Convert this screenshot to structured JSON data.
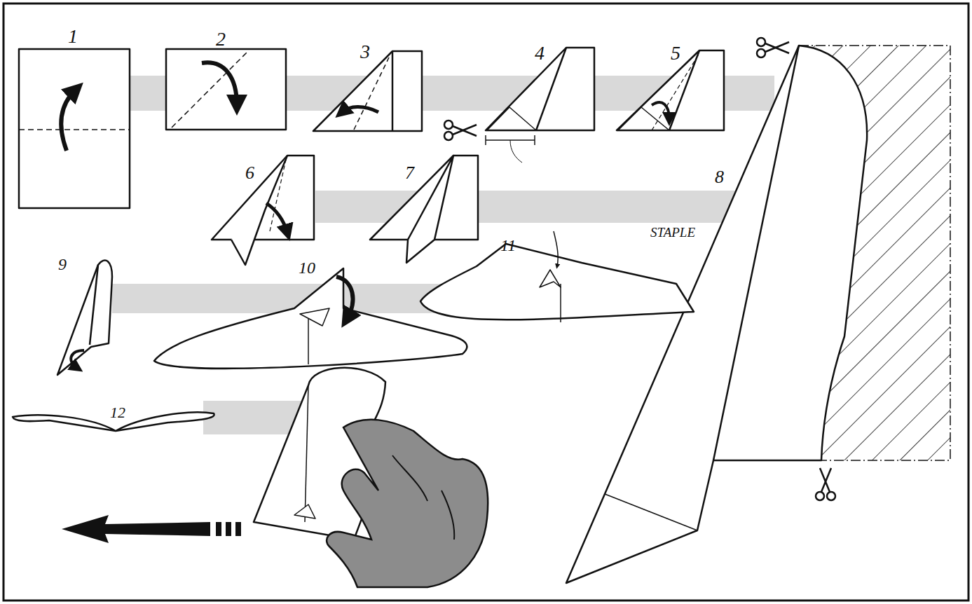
{
  "diagram": {
    "labels": [
      "1",
      "2",
      "3",
      "4",
      "5",
      "6",
      "7",
      "8",
      "9",
      "10",
      "11",
      "12",
      "STAPLE"
    ]
  }
}
